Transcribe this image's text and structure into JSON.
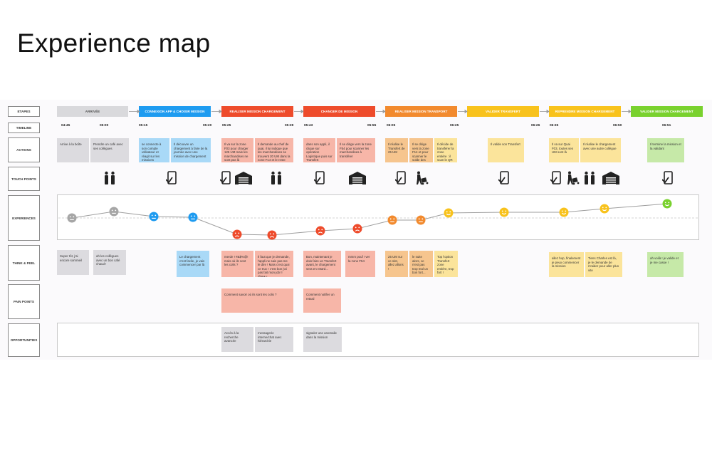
{
  "title": "Experience map",
  "row_labels": [
    "ETAPES",
    "TIMELINE",
    "ACTIONS",
    "TOUCH POINTS",
    "EXPERIENCES",
    "THINK & FEEL",
    "PAIN POINTS",
    "OPPORTUNITIES"
  ],
  "stages": [
    {
      "label": "ARRIVÉE",
      "color": "#d9d9dc"
    },
    {
      "label": "CONNEXION APP & CHOISIR MISSION",
      "color": "#1e9bf0"
    },
    {
      "label": "REALISER MISSION CHARGEMENT",
      "color": "#ee4b2b"
    },
    {
      "label": "CHANGER DE MISSION",
      "color": "#ee4b2b"
    },
    {
      "label": "REALISER MISSION TRANSPORT",
      "color": "#f28a2e"
    },
    {
      "label": "VALIDER TRANSFERT",
      "color": "#f8c21c"
    },
    {
      "label": "REPRENDRE MISSION CHARGEMENT",
      "color": "#f8c21c"
    },
    {
      "label": "VALIDER MISSION CHARGEMENT",
      "color": "#79d12e"
    }
  ],
  "timeline": [
    "04:45",
    "05:00",
    "05:15",
    "05:20",
    "05:25",
    "05:39",
    "05:43",
    "05:55",
    "06:05",
    "06:25",
    "06:26",
    "06:35",
    "06:50",
    "06:51"
  ],
  "actions": [
    "Arrive à la boîte",
    "Prendre un café avec ses collègues",
    "se connecte à son compte utilisateur et réagit sur les missions proposées",
    "Il découvre un chargement à faire de la journée avec une mission de chargement",
    "Il va sur la zone F03 pour charger 125 UM mais les marchandises ne sont pas là",
    "Il demande au chef de quai, il lui indique que les marchandises se trouvent 20 UM dans la zone F14 et le reste dans la zone F14",
    "dans son appli, il clique sur opération Logistique puis sur Transfert",
    "Il se dirige vers la zone F54 pour scanner les marchandises à transférer",
    "Il réalise le Transfert de 25 UM",
    "Il se dirige vers la zone F14 et pour scanner le solde des UM à transférer",
    "Il décide de transférer la zone entière : il scan le QR zone",
    "Il valide son Transfert",
    "Il va sur Quai F03, toutes ses UM sont là",
    "Il réalise le chargement avec une autre collègue",
    "Il termine la mission et la validant"
  ],
  "think_feel": [
    "Super tôt, j'ai encore sommeil",
    "ah les collègues avec un bon café chaud !",
    "Le chargement c'est facile, je vais commencer par là",
    "merde ! #&$%@! mais où ils sont les colis ?",
    "Il faut que je demande, l'appli ne sais pas me le dire ! Mais c'est quoi ce truc ! c'est bon j'ai pas fait mon job !! @#!& !",
    "Bon, maintenant je dois faire un Transfert avant, le chargement sera en retard...",
    "mmm pouf ! ver la zone F54",
    "25 UM sur ce slot, allez allons !",
    "le suite alors, ce n'est pas trop mal un bon fort...",
    "Top l'option Transfert zone entière, trop fort !",
    "allez hop, finalement je peux commencer la mission",
    "Tiens Charles est là, je le demande de m'aider pour aller plus vite",
    "ah voilà ! je valide et je me casse !"
  ],
  "pain_points": [
    "Comment savoir où ils sont les colis ?",
    "Comment notifier un retard"
  ],
  "opportunities": [
    "Accès à la recherche avancée",
    "messagerie interne/chat avec hiérarchie",
    "signaler une anomalie dans la mission"
  ],
  "touch_point_icons": [
    "people-icon",
    "phone-icon",
    "phone-icon",
    "warehouse-icon",
    "people-icon",
    "phone-icon",
    "warehouse-icon",
    "phone-icon",
    "pallet-jack-icon",
    "phone-icon",
    "phone-icon",
    "pallet-jack-icon",
    "people-icon",
    "warehouse-icon",
    "phone-icon"
  ],
  "experience_points": [
    {
      "mood": "neutral",
      "color": "#a6a6a6"
    },
    {
      "mood": "neutral",
      "color": "#a6a6a6"
    },
    {
      "mood": "neutral",
      "color": "#1e9bf0"
    },
    {
      "mood": "neutral",
      "color": "#1e9bf0"
    },
    {
      "mood": "sad",
      "color": "#ee4b2b"
    },
    {
      "mood": "sad",
      "color": "#ee4b2b"
    },
    {
      "mood": "sad",
      "color": "#ee4b2b"
    },
    {
      "mood": "sad",
      "color": "#ee4b2b"
    },
    {
      "mood": "neutral",
      "color": "#f28a2e"
    },
    {
      "mood": "neutral",
      "color": "#f28a2e"
    },
    {
      "mood": "happy",
      "color": "#f8c21c"
    },
    {
      "mood": "happy",
      "color": "#f8c21c"
    },
    {
      "mood": "happy",
      "color": "#f8c21c"
    },
    {
      "mood": "happy",
      "color": "#f8c21c"
    },
    {
      "mood": "happy",
      "color": "#79d12e"
    }
  ]
}
